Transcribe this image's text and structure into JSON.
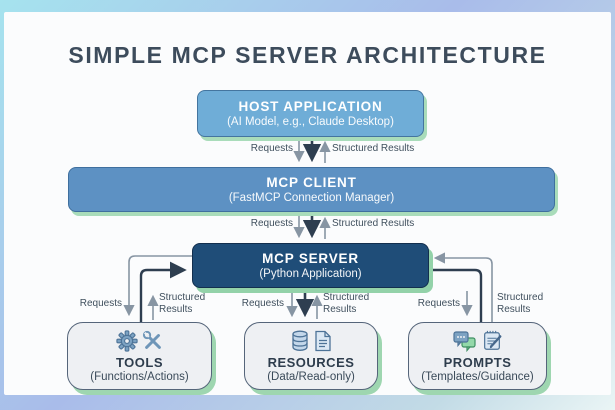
{
  "title": "SIMPLE MCP SERVER ARCHITECTURE",
  "labels": {
    "requests": "Requests",
    "structured_results": "Structured Results"
  },
  "nodes": {
    "host": {
      "title": "HOST APPLICATION",
      "subtitle": "(AI Model, e.g., Claude Desktop)"
    },
    "client": {
      "title": "MCP CLIENT",
      "subtitle": "(FastMCP Connection Manager)"
    },
    "server": {
      "title": "MCP SERVER",
      "subtitle": "(Python Application)"
    },
    "tools": {
      "title": "TOOLS",
      "subtitle": "(Functions/Actions)",
      "icons": [
        "gear-icon",
        "crossed-tools-icon"
      ]
    },
    "resources": {
      "title": "RESOURCES",
      "subtitle": "(Data/Read-only)",
      "icons": [
        "database-icon",
        "document-icon"
      ]
    },
    "prompts": {
      "title": "PROMPTS",
      "subtitle": "(Templates/Guidance)",
      "icons": [
        "chat-bubbles-icon",
        "notepad-pencil-icon"
      ]
    }
  },
  "colors": {
    "host_fill": "#6fadd7",
    "client_fill": "#5d91c3",
    "server_fill": "#1f4d78",
    "leaf_fill": "#eef0f3",
    "shadow_green": "#9ed6b0",
    "arrow_gray": "#8795a3",
    "arrow_dark": "#2e3e50",
    "frame_cyan": "#a6e3ee",
    "frame_periwinkle": "#a9bcea",
    "title_color": "#3d4c5c"
  }
}
